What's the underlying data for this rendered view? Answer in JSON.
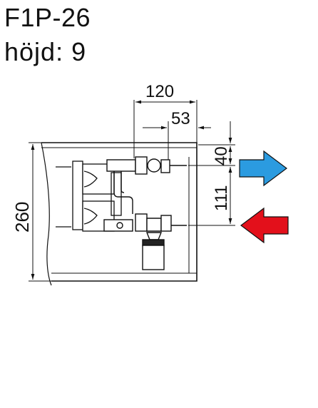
{
  "header": {
    "model": "F1P-26",
    "height_label": "höjd: 9"
  },
  "dimensions": {
    "width_total": "120",
    "width_inner": "53",
    "top_offset": "40",
    "pipe_spacing": "111",
    "height_total": "260"
  },
  "arrows": {
    "outlet": {
      "color": "#2b9be0",
      "icon": "arrow-right-icon"
    },
    "inlet": {
      "color": "#e3101b",
      "icon": "arrow-left-icon"
    }
  }
}
